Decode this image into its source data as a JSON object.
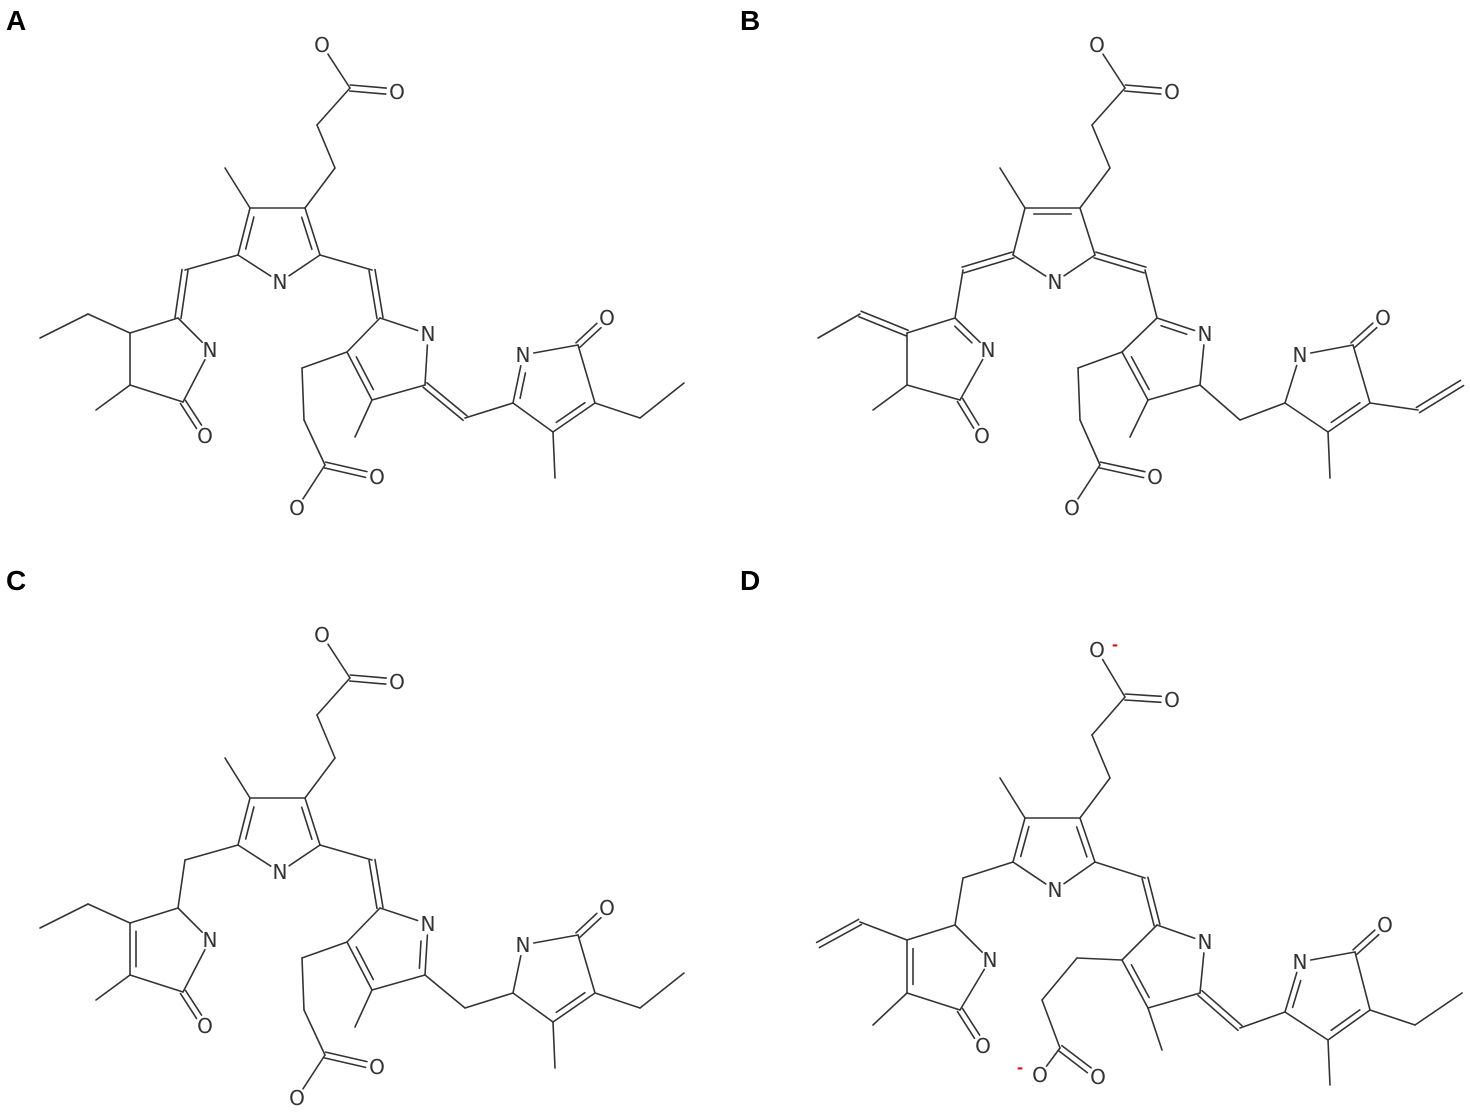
{
  "panels": [
    {
      "label": "A",
      "atoms": [
        "O",
        "O",
        "N",
        "N",
        "O",
        "N",
        "O",
        "O",
        "N",
        "O"
      ],
      "charges": []
    },
    {
      "label": "B",
      "atoms": [
        "O",
        "O",
        "N",
        "N",
        "O",
        "N",
        "O",
        "O",
        "N",
        "O"
      ],
      "charges": []
    },
    {
      "label": "C",
      "atoms": [
        "O",
        "O",
        "N",
        "N",
        "O",
        "N",
        "O",
        "O",
        "N",
        "O"
      ],
      "charges": []
    },
    {
      "label": "D",
      "atoms": [
        "O",
        "O",
        "N",
        "N",
        "O",
        "N",
        "O",
        "O",
        "N",
        "O"
      ],
      "charges": [
        "-",
        "-"
      ]
    }
  ],
  "colors": {
    "background": "#ffffff",
    "bond": "#333333",
    "atom": "#333333",
    "charge": "#e01010",
    "panel_label": "#000000"
  }
}
